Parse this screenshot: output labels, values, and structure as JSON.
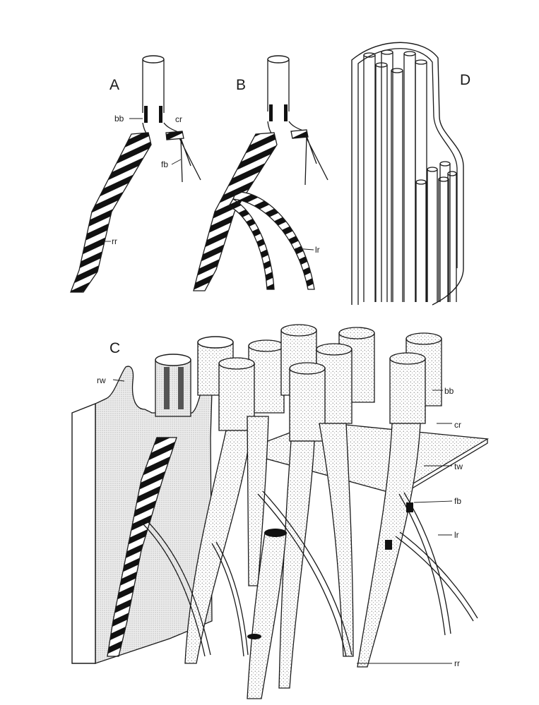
{
  "panels": {
    "a": "A",
    "b": "B",
    "c": "C",
    "d": "D"
  },
  "labels": {
    "a_bb": "bb",
    "a_cr": "cr",
    "a_fb": "fb",
    "a_rr": "rr",
    "b_lr": "lr",
    "c_rw": "rw",
    "c_bb": "bb",
    "c_cr": "cr",
    "c_tw": "tw",
    "c_fb": "fb",
    "c_lr": "lr",
    "c_rr": "rr"
  }
}
